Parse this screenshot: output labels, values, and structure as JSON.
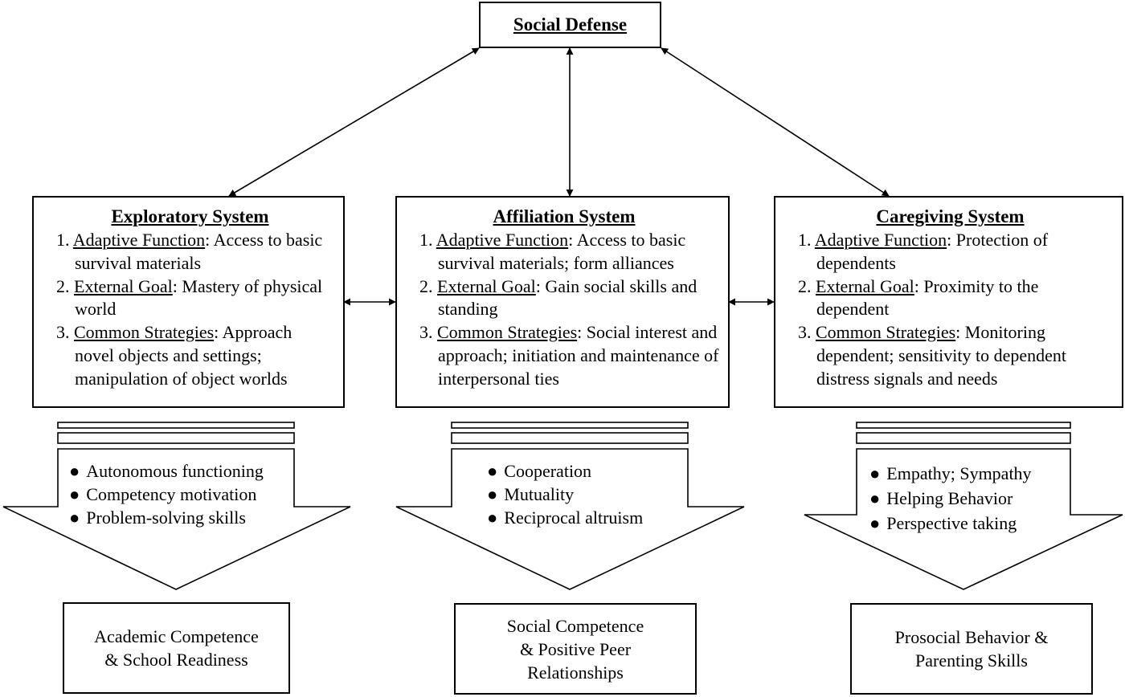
{
  "top": {
    "title": "Social Defense"
  },
  "systems": [
    {
      "title": "Exploratory System",
      "items": [
        {
          "num": "1. ",
          "key": "Adaptive Function",
          "text": ": Access to basic survival materials"
        },
        {
          "num": "2. ",
          "key": "External Goal",
          "text": ": Mastery of physical world"
        },
        {
          "num": "3. ",
          "key": "Common Strategies",
          "text": ": Approach novel objects and settings; manipulation of object worlds"
        }
      ],
      "bullets": [
        "Autonomous functioning",
        "Competency motivation",
        "Problem-solving skills"
      ],
      "outcome_lines": [
        "Academic Competence",
        "& School Readiness"
      ]
    },
    {
      "title": "Affiliation System",
      "items": [
        {
          "num": "1. ",
          "key": "Adaptive Function",
          "text": ": Access to basic survival materials; form alliances"
        },
        {
          "num": "2. ",
          "key": "External Goal",
          "text": ": Gain social skills and standing"
        },
        {
          "num": "3. ",
          "key": "Common Strategies",
          "text": ": Social interest and approach; initiation and maintenance of interpersonal ties"
        }
      ],
      "bullets": [
        "Cooperation",
        "Mutuality",
        "Reciprocal altruism"
      ],
      "outcome_lines": [
        "Social Competence",
        "& Positive Peer",
        "Relationships"
      ]
    },
    {
      "title": "Caregiving System",
      "items": [
        {
          "num": "1. ",
          "key": "Adaptive Function",
          "text": ": Protection of dependents"
        },
        {
          "num": "2. ",
          "key": "External Goal",
          "text": ": Proximity to the dependent"
        },
        {
          "num": "3. ",
          "key": "Common Strategies",
          "text": ": Monitoring dependent; sensitivity to dependent distress signals and needs"
        }
      ],
      "bullets": [
        "Empathy; Sympathy",
        "Helping Behavior",
        "Perspective taking"
      ],
      "outcome_lines": [
        "Prosocial Behavior &",
        "Parenting Skills"
      ]
    }
  ],
  "bullet_symbol": "●"
}
